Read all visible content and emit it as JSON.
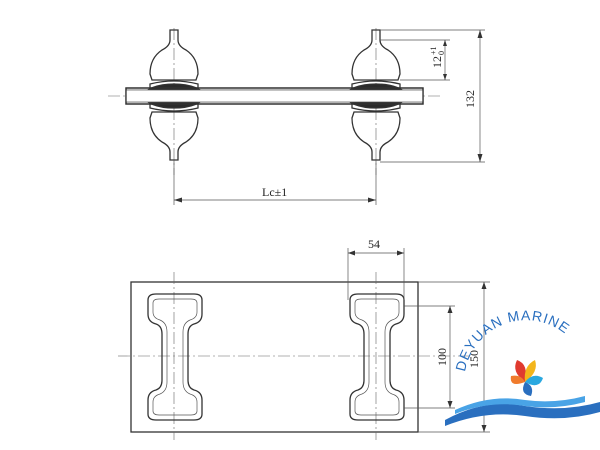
{
  "drawing": {
    "dim_height": "132",
    "dim_spacing": "Lc±1",
    "dim_pin": "12",
    "dim_pin_tol_upper": "+1",
    "dim_pin_tol_lower": "0",
    "dim_slot_width": "54",
    "dim_slot_height": "100",
    "dim_base_height": "150"
  },
  "logo": {
    "text": "DEYUAN MARINE",
    "colors": {
      "blue": "#2a6fbf",
      "red": "#e03a2f",
      "yellow": "#f3b51b",
      "cyan": "#2aa8e0"
    }
  }
}
